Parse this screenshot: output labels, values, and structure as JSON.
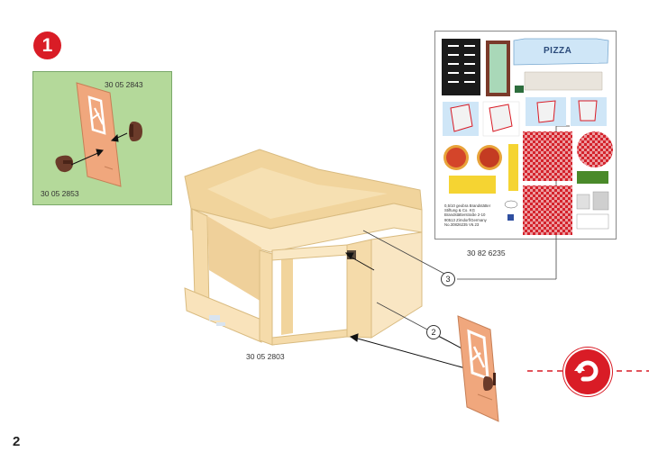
{
  "step": {
    "number": "1"
  },
  "page": {
    "number": "2"
  },
  "parts": {
    "door_small": "30 05 2843",
    "handles": "30 05 2853",
    "building": "30 05 2803",
    "sticker_sheet": "30 82 6235"
  },
  "callouts": [
    "2",
    "3"
  ],
  "sticker_sheet": {
    "pizza_sign": "PIZZA",
    "imprint": "0,5/10 geobra Brandstätter\nStiftung & Co. KG\nBrandstätterstraße 2-10\n90513 Zirndorf/Germany\nNo.30826235     V6.23"
  },
  "icons": {
    "next": "turn-page-arrow-icon"
  },
  "colors": {
    "accent": "#d91c26",
    "inset_bg": "#b4d99a",
    "wall": "#f7dfae",
    "door": "#f0a77d"
  }
}
